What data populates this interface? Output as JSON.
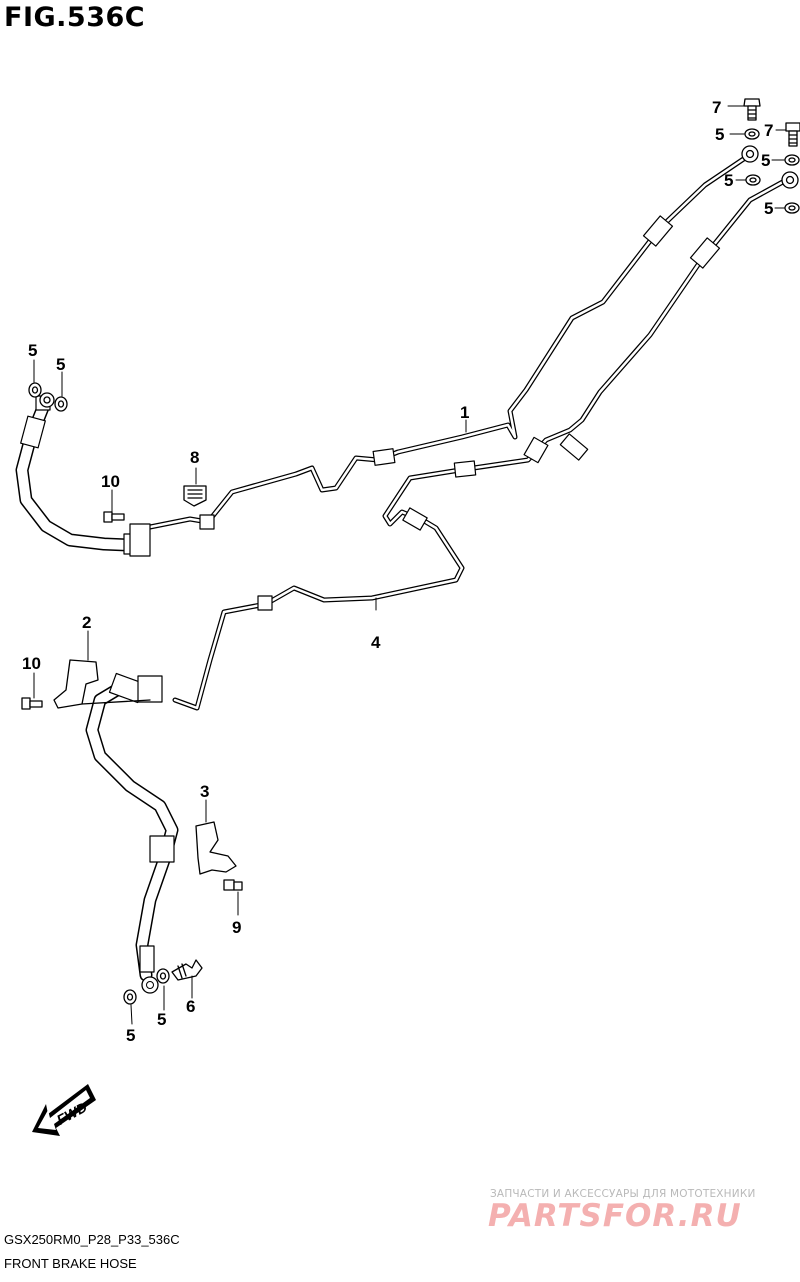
{
  "figure": {
    "title": "FIG.536C",
    "code": "GSX250RM0_P28_P33_536C",
    "caption": "FRONT BRAKE HOSE",
    "direction_marker": "FWD"
  },
  "watermark": {
    "tagline": "ЗАПЧАСТИ И АКСЕССУАРЫ ДЛЯ МОТОТЕХНИКИ",
    "brand": "PARTSFOR.RU"
  },
  "callouts": [
    {
      "id": "c-1",
      "label": "1"
    },
    {
      "id": "c-2",
      "label": "2"
    },
    {
      "id": "c-3",
      "label": "3"
    },
    {
      "id": "c-4",
      "label": "4"
    },
    {
      "id": "c-5a",
      "label": "5"
    },
    {
      "id": "c-5b",
      "label": "5"
    },
    {
      "id": "c-5c",
      "label": "5"
    },
    {
      "id": "c-5d",
      "label": "5"
    },
    {
      "id": "c-5e",
      "label": "5"
    },
    {
      "id": "c-5f",
      "label": "5"
    },
    {
      "id": "c-5g",
      "label": "5"
    },
    {
      "id": "c-5h",
      "label": "5"
    },
    {
      "id": "c-6",
      "label": "6"
    },
    {
      "id": "c-7a",
      "label": "7"
    },
    {
      "id": "c-7b",
      "label": "7"
    },
    {
      "id": "c-8",
      "label": "8"
    },
    {
      "id": "c-9",
      "label": "9"
    },
    {
      "id": "c-10a",
      "label": "10"
    },
    {
      "id": "c-10b",
      "label": "10"
    }
  ]
}
